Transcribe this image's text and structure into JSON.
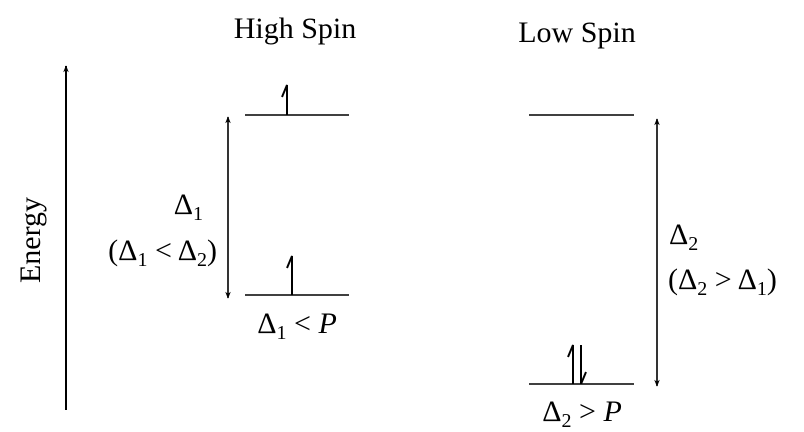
{
  "titles": {
    "high_spin": "High Spin",
    "low_spin": "Low Spin"
  },
  "axis": {
    "label": "Energy"
  },
  "high_spin": {
    "gap_symbol": "Δ",
    "gap_subscript": "1",
    "comparison_open": "(",
    "comparison_lhs_symbol": "Δ",
    "comparison_lhs_subscript": "1",
    "comparison_operator": " < ",
    "comparison_rhs_symbol": "Δ",
    "comparison_rhs_subscript": "2",
    "comparison_close": ")",
    "condition_symbol": "Δ",
    "condition_subscript": "1",
    "condition_operator": " < ",
    "condition_variable": "P"
  },
  "low_spin": {
    "gap_symbol": "Δ",
    "gap_subscript": "2",
    "comparison_open": "(",
    "comparison_lhs_symbol": "Δ",
    "comparison_lhs_subscript": "2",
    "comparison_operator": " > ",
    "comparison_rhs_symbol": "Δ",
    "comparison_rhs_subscript": "1",
    "comparison_close": ")",
    "condition_symbol": "Δ",
    "condition_subscript": "2",
    "condition_operator": " > ",
    "condition_variable": "P"
  },
  "colors": {
    "ink": "#000000",
    "background": "#ffffff"
  }
}
